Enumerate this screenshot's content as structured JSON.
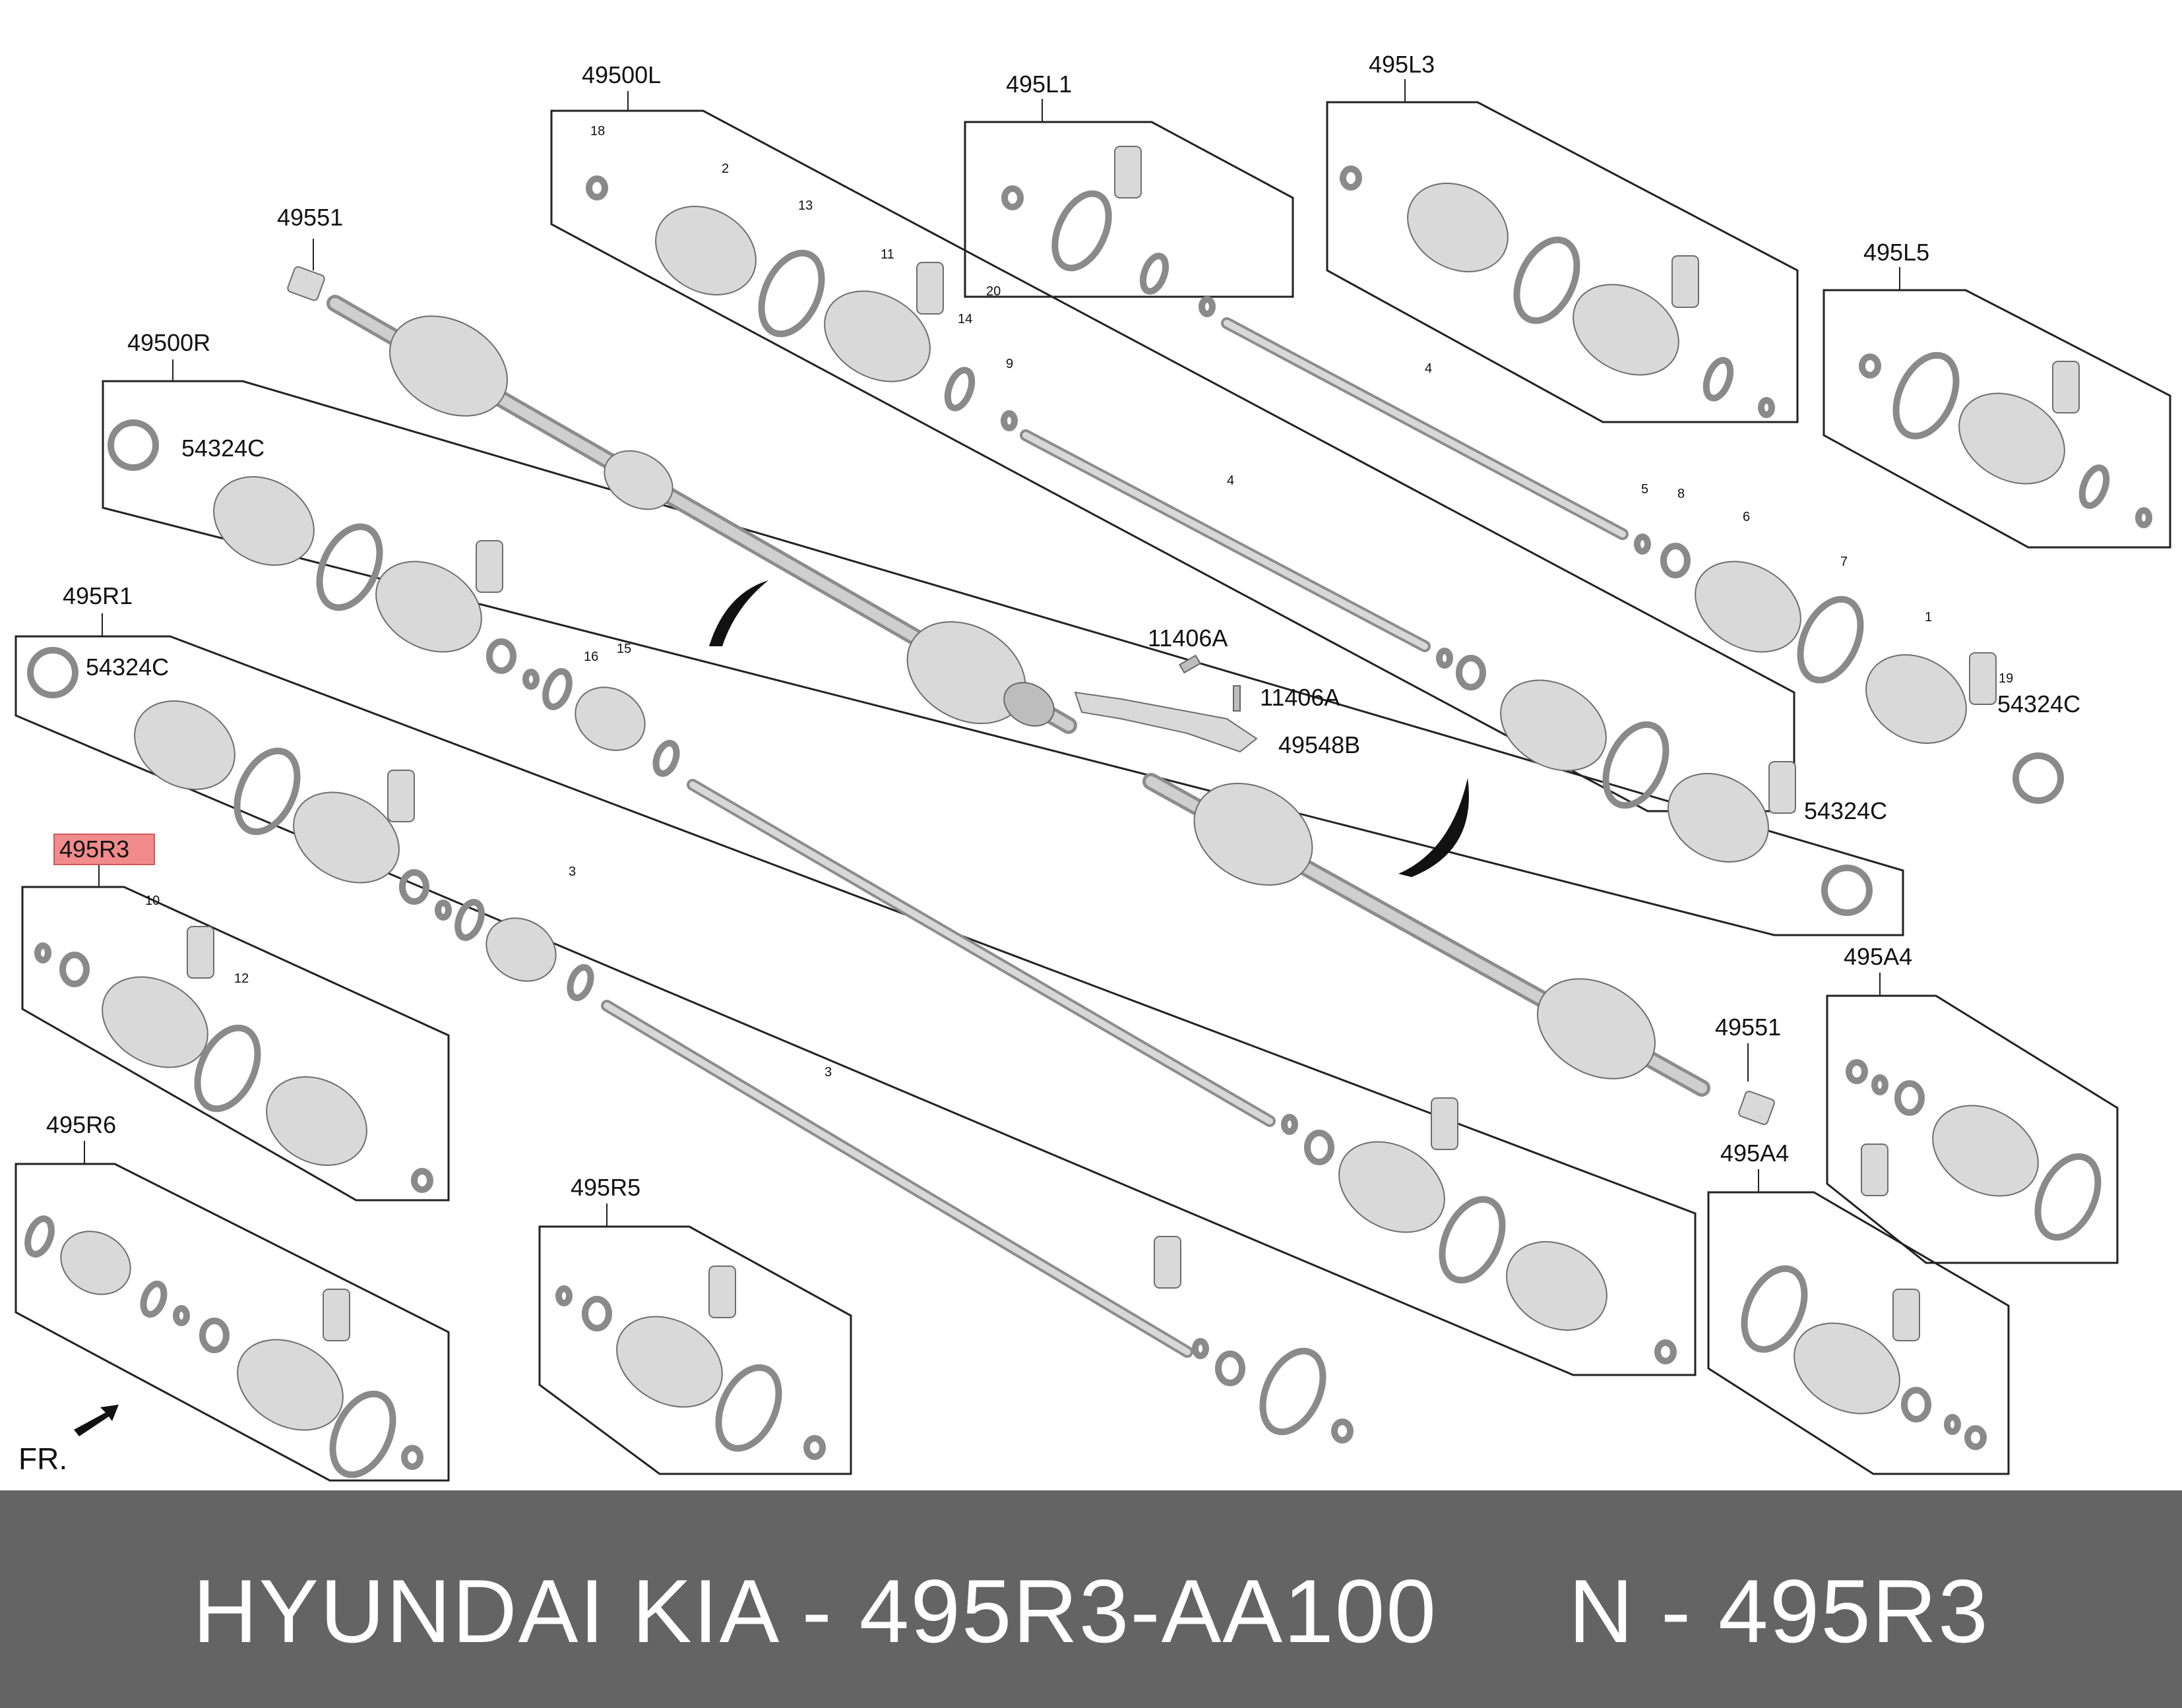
{
  "diagram": {
    "group_labels": {
      "g49500L": "49500L",
      "g495L1": "495L1",
      "g495L3": "495L3",
      "g495L5": "495L5",
      "g49551_top": "49551",
      "g49500R": "49500R",
      "g495R1": "495R1",
      "g495R3": "495R3",
      "g495R6": "495R6",
      "g495R5": "495R5",
      "g495A4_a": "495A4",
      "g495A4_b": "495A4",
      "g49551_bot": "49551",
      "g11406A_a": "11406A",
      "g11406A_b": "11406A",
      "g49548B": "49548B",
      "g54324C_1": "54324C",
      "g54324C_2": "54324C",
      "g54324C_3": "54324C",
      "g54324C_4": "54324C"
    },
    "highlight_color": "#f28b8b",
    "direction_label": "FR.",
    "numbers": {
      "n1": "1",
      "n2": "2",
      "n3": "3",
      "n4": "4",
      "n5": "5",
      "n6": "6",
      "n7": "7",
      "n8": "8",
      "n9": "9",
      "n10": "10",
      "n11": "11",
      "n12": "12",
      "n13": "13",
      "n14": "14",
      "n15": "15",
      "n16": "16",
      "n18": "18",
      "n19": "19",
      "n20": "20"
    }
  },
  "footer": {
    "text": "HYUNDAI KIA - 495R3-AA100     N - 495R3",
    "background": "#646464"
  }
}
